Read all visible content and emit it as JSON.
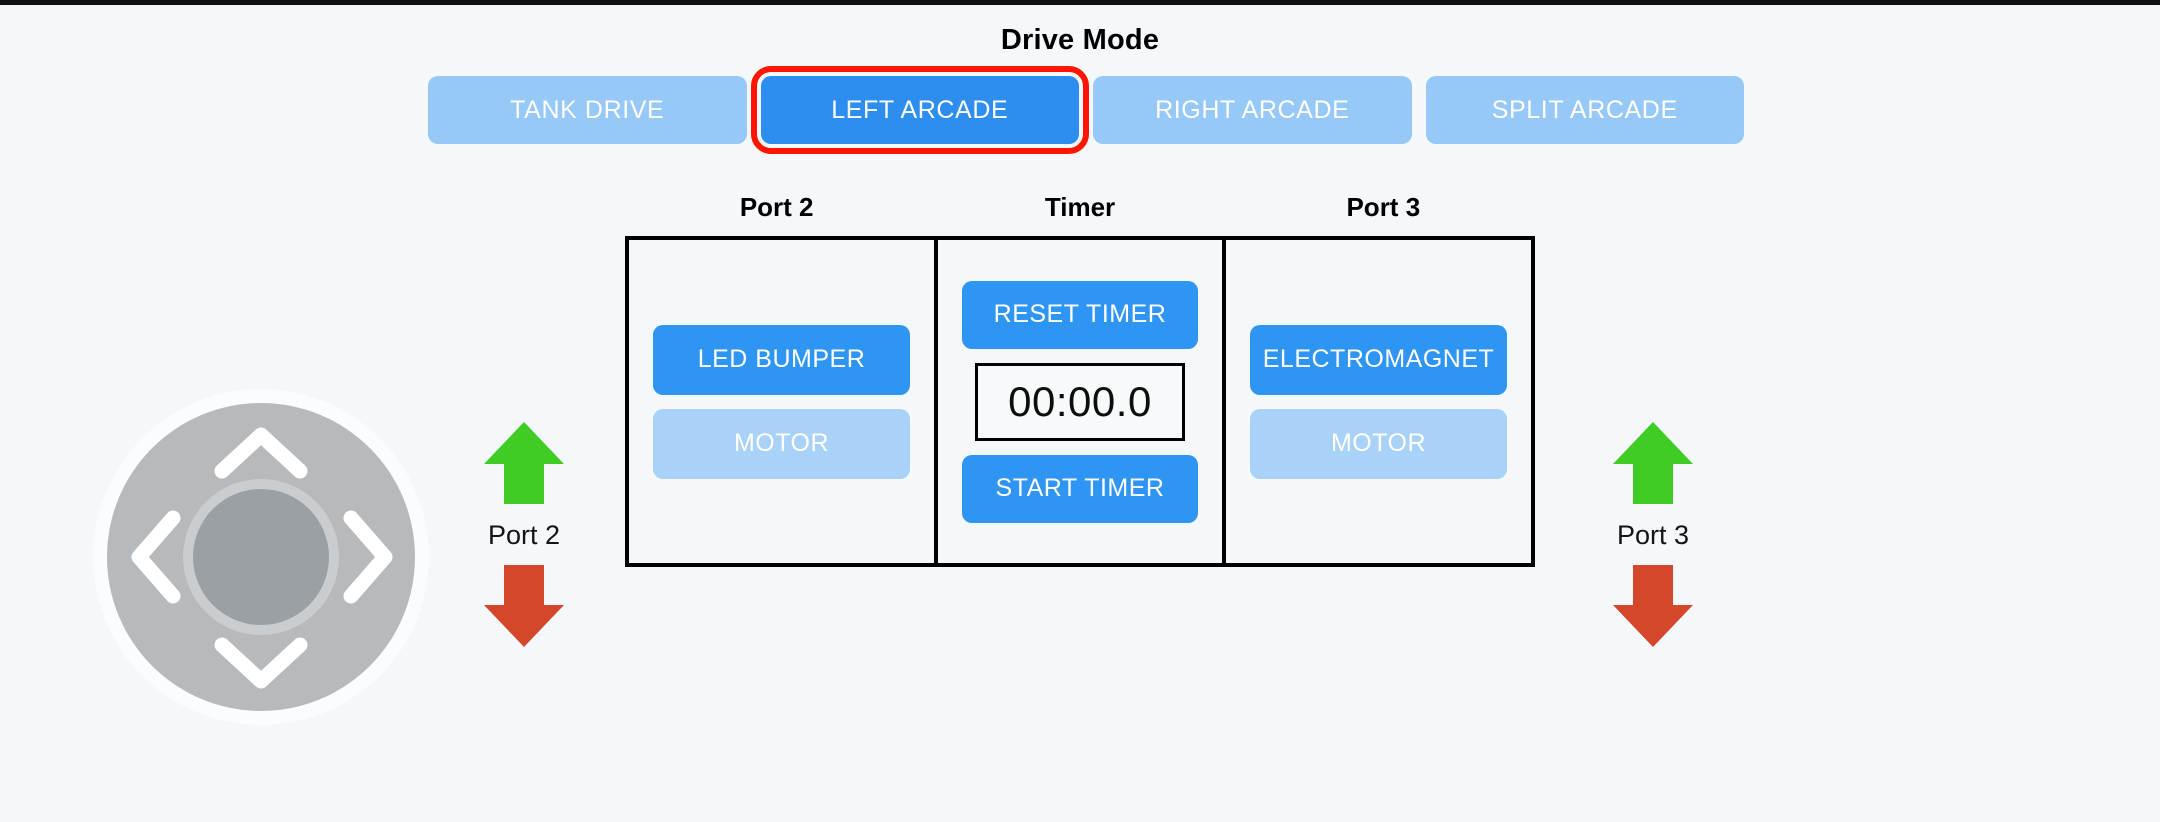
{
  "header": {
    "title": "Drive Mode"
  },
  "drive_modes": {
    "selected_index": 1,
    "selected_highlight_color": "#ff1500",
    "active_color": "#2e8ef0",
    "inactive_color": "#96c8f8",
    "tabs": [
      {
        "label": "TANK DRIVE",
        "selected": false
      },
      {
        "label": "LEFT ARCADE",
        "selected": true
      },
      {
        "label": "RIGHT ARCADE",
        "selected": false
      },
      {
        "label": "SPLIT ARCADE",
        "selected": false
      }
    ]
  },
  "panel": {
    "captions": [
      {
        "label": "Port 2"
      },
      {
        "label": "Timer"
      },
      {
        "label": "Port 3"
      }
    ],
    "port2": {
      "caption": "Port 2",
      "buttons": [
        {
          "label": "LED BUMPER",
          "state": "active"
        },
        {
          "label": "MOTOR",
          "state": "inactive"
        }
      ]
    },
    "timer": {
      "caption": "Timer",
      "reset_label": "RESET TIMER",
      "start_label": "START TIMER",
      "readout": "00:00.0"
    },
    "port3": {
      "caption": "Port 3",
      "buttons": [
        {
          "label": "ELECTROMAGNET",
          "state": "active"
        },
        {
          "label": "MOTOR",
          "state": "inactive"
        }
      ]
    }
  },
  "joystick": {
    "name": "dpad-joystick",
    "body_color": "#b6babd",
    "knob_color": "#9aa0a4"
  },
  "port_controls": {
    "up_arrow_color": "#3ecc25",
    "down_arrow_color": "#d4472a",
    "left": {
      "label": "Port 2",
      "up_icon": "arrow-up-icon",
      "down_icon": "arrow-down-icon"
    },
    "right": {
      "label": "Port 3",
      "up_icon": "arrow-up-icon",
      "down_icon": "arrow-down-icon"
    }
  }
}
